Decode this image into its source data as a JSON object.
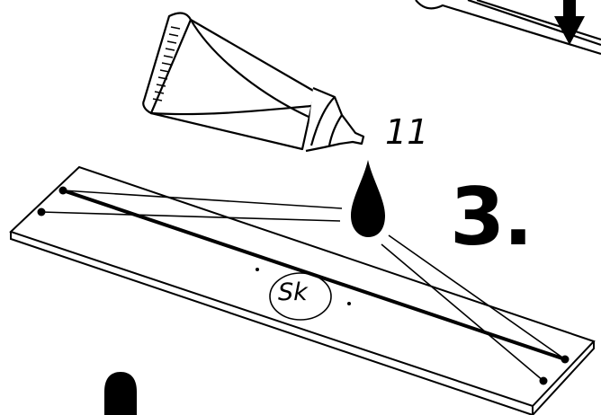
{
  "step": {
    "number": "3."
  },
  "callouts": {
    "part_number": "11",
    "board_label": "Sk"
  },
  "colors": {
    "ink": "#000000",
    "paper": "#ffffff"
  }
}
